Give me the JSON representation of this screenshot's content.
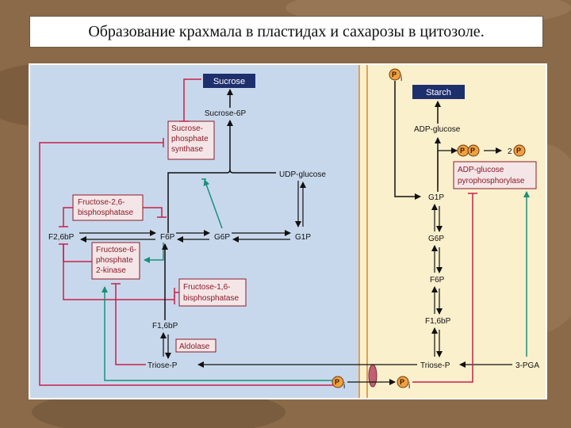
{
  "title": "Образование крахмала в пластидах и сахарозы в цитозоле.",
  "colors": {
    "cytosol": "#c8d8ec",
    "plastid": "#fbf0cc",
    "membrane": "#e0a050",
    "inhibit": "#c8204a",
    "activate": "#1a8f7a",
    "enzyme_box": "#f4e6e6",
    "dark_box": "#1e2f6e"
  },
  "cytosol": {
    "sucrose": "Sucrose",
    "sucrose_6p": "Sucrose-6P",
    "sps": [
      "Sucrose-",
      "phosphate",
      "synthase"
    ],
    "udp_glucose": "UDP-glucose",
    "fbp26": [
      "Fructose-2,6-",
      "bisphosphatase"
    ],
    "f26bp": "F2,6bP",
    "f6p": "F6P",
    "g6p": "G6P",
    "g1p": "G1P",
    "pfk2": [
      "Fructose-6-",
      "phosphate",
      "2-kinase"
    ],
    "fbp16": [
      "Fructose-1,6-",
      "bisphosphatase"
    ],
    "f16bp": "F1,6bP",
    "aldolase": "Aldolase",
    "triose_p": "Triose-P"
  },
  "plastid": {
    "starch": "Starch",
    "adp_glucose": "ADP-glucose",
    "ppi": "P",
    "two_pi": "2",
    "agpase": [
      "ADP-glucose",
      "pyrophosphorylase"
    ],
    "g1p": "G1P",
    "g6p": "G6P",
    "f6p": "F6P",
    "f16bp": "F1,6bP",
    "triose_p": "Triose-P",
    "pga": "3-PGA"
  },
  "phosphate": {
    "symbol": "P",
    "sub": "i"
  }
}
